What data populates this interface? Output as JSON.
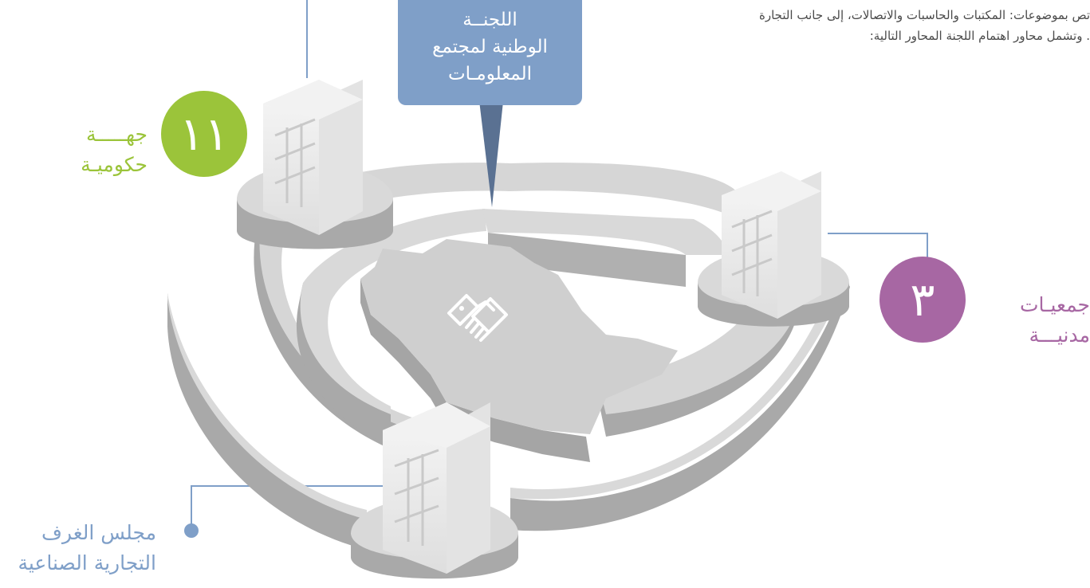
{
  "intro": {
    "line1": "تص بموضوعات: المكتبات والحاسبات والاتصالات، إلى جانب التجارة",
    "line2": ". وتشمل محاور اهتمام اللجنة المحاور التالية:"
  },
  "callout": {
    "line1": "اللجنــة",
    "line2": "الوطنية لمجتمع",
    "line3": "المعلومـات"
  },
  "government": {
    "number": "١١",
    "line1": "جهـــــة",
    "line2": "حكوميـة"
  },
  "civil": {
    "number": "٣",
    "line1": "جمعيـات",
    "line2": "مدنيـــة"
  },
  "chambers": {
    "line1": "مجلس الغرف",
    "line2": "التجارية الصناعية"
  },
  "colors": {
    "green": "#9bc43a",
    "purple": "#a767a3",
    "blue": "#7f9fc8",
    "callout_pointer": "#5a7192"
  },
  "icons": {
    "center": "handshake-icon"
  }
}
